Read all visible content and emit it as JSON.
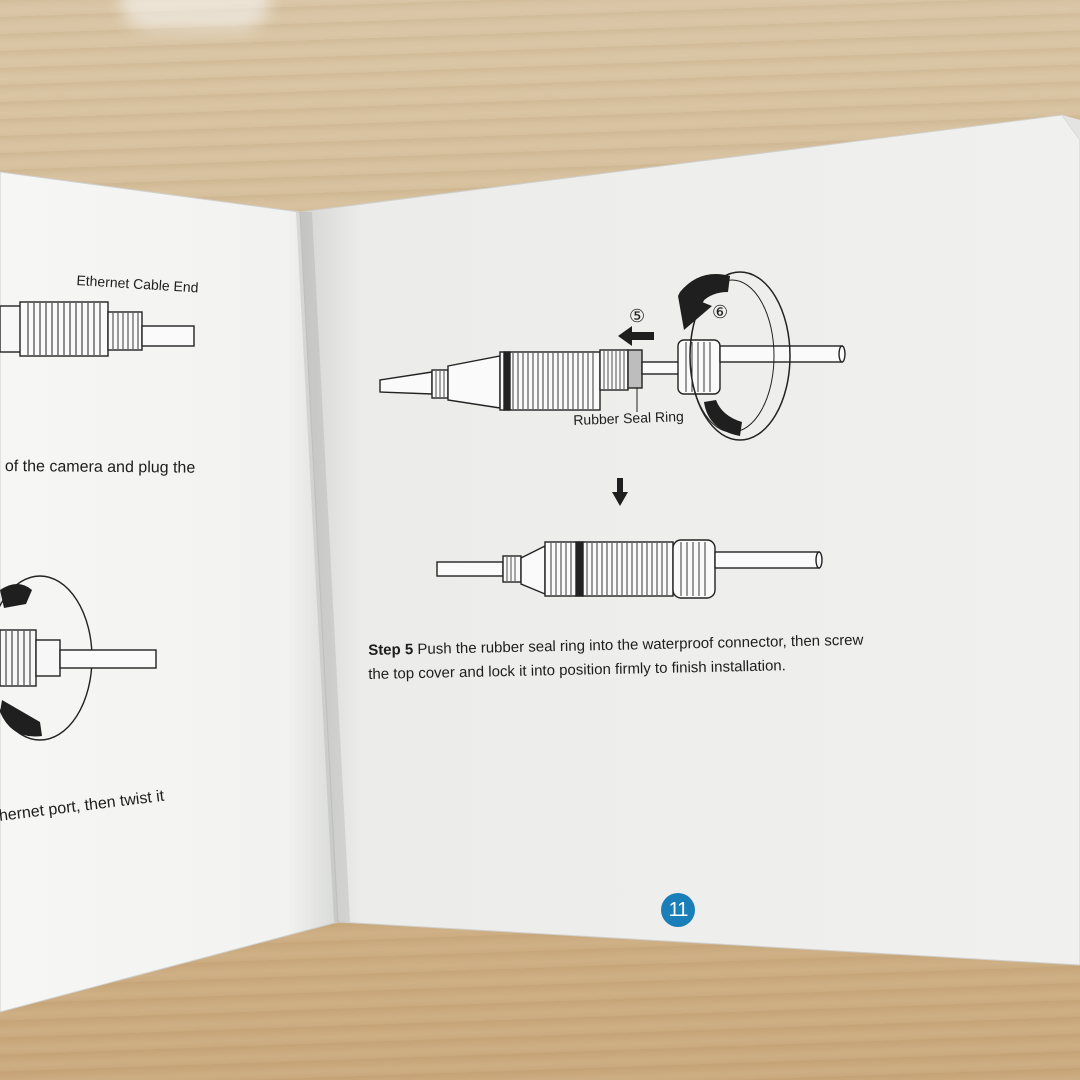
{
  "left_page": {
    "label_ethernet_end": "Ethernet Cable End",
    "text_camera": "of the camera and plug the",
    "text_port": "hernet port, then twist it"
  },
  "right_page": {
    "marker_5": "⑤",
    "marker_6": "⑥",
    "label_seal_ring": "Rubber Seal Ring",
    "step_label": "Step 5",
    "step_line1": " Push the rubber seal ring into the waterproof connector, then screw",
    "step_line2": "the top cover and lock it into position firmly to finish installation.",
    "page_number": "11"
  },
  "colors": {
    "page": "#f3f3f1",
    "page_shadow": "#dedfdc",
    "ink": "#1d1d1d",
    "badge": "#1a7fb8"
  }
}
